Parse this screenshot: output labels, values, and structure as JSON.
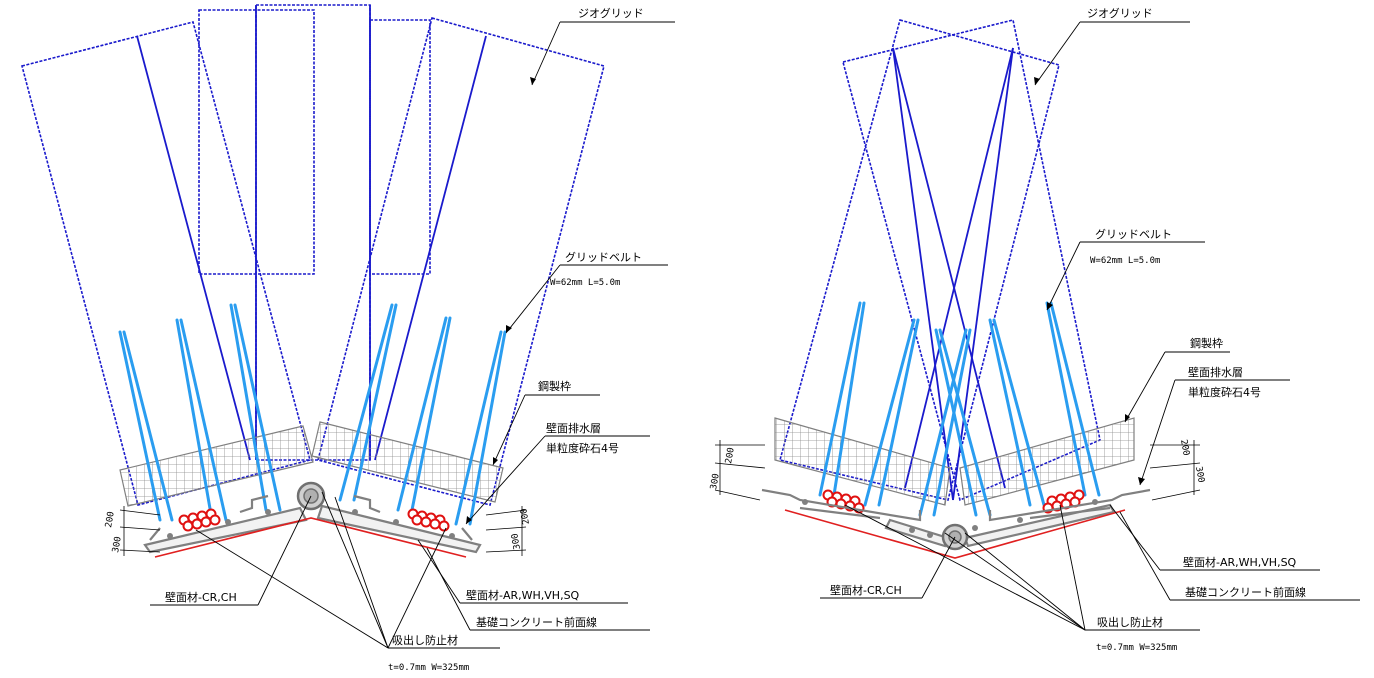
{
  "colors": {
    "geogrid": "#1a1acc",
    "belt": "#2a9df0",
    "belt_dark": "#1060b0",
    "mesh": "#909090",
    "panel": "#808080",
    "foundation": "#e02020",
    "stone": "#e01010",
    "leader": "#000000"
  },
  "left": {
    "geogrid": "ジオグリッド",
    "grid_belt": "グリッドベルト",
    "grid_belt_spec": "W=62mm L=5.0m",
    "steel_frame": "鋼製枠",
    "drain_layer": "壁面排水層",
    "drain_material": "単粒度砕石4号",
    "wall_cr": "壁面材-CR,CH",
    "wall_ar": "壁面材-AR,WH,VH,SQ",
    "foundation_line": "基礎コンクリート前面線",
    "suction_stop": "吸出し防止材",
    "suction_spec": "t=0.7mm W=325mm",
    "dim_200_a": "200",
    "dim_300_a": "300",
    "dim_200_b": "200",
    "dim_300_b": "300"
  },
  "right": {
    "geogrid": "ジオグリッド",
    "grid_belt": "グリッドベルト",
    "grid_belt_spec": "W=62mm L=5.0m",
    "steel_frame": "鋼製枠",
    "drain_layer": "壁面排水層",
    "drain_material": "単粒度砕石4号",
    "wall_cr": "壁面材-CR,CH",
    "wall_ar": "壁面材-AR,WH,VH,SQ",
    "foundation_line": "基礎コンクリート前面線",
    "suction_stop": "吸出し防止材",
    "suction_spec": "t=0.7mm W=325mm",
    "dim_200_a": "200",
    "dim_300_a": "300",
    "dim_200_b": "200",
    "dim_300_b": "300"
  }
}
